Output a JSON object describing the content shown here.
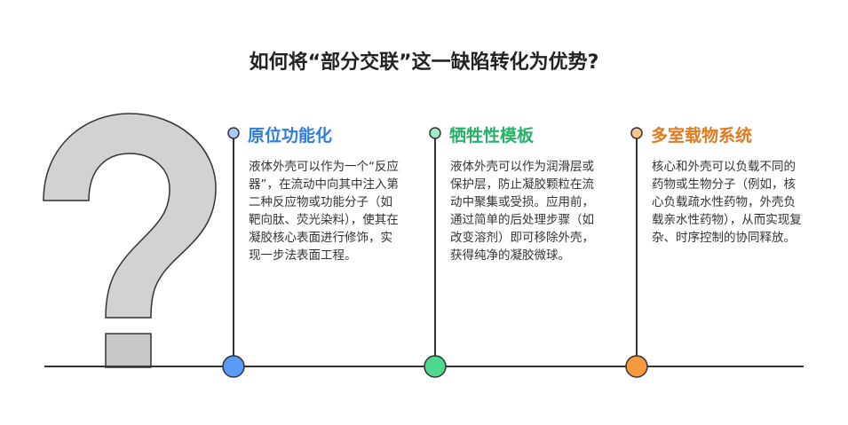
{
  "title": "如何将“部分交联”这一缺陷转化为优势?",
  "colors": {
    "line": "#333333",
    "qmark_fill": "#d2d2d2"
  },
  "items": [
    {
      "title": "原位功能化",
      "color": "#2f7de1",
      "dot": "#5b9bf8",
      "dot_light": "#a9c8f8",
      "body": "液体外壳可以作为一个“反应器”，在流动中向其中注入第二种反应物或功能分子（如靶向肽、荧光染料），使其在凝胶核心表面进行修饰，实现一步法表面工程。"
    },
    {
      "title": "牺牲性模板",
      "color": "#27b06a",
      "dot": "#4ed98f",
      "dot_light": "#9eeac2",
      "body": "液体外壳可以作为润滑层或保护层，防止凝胶颗粒在流动中聚集或受损。应用前，通过简单的后处理步骤（如改变溶剂）即可移除外壳，获得纯净的凝胶微球。"
    },
    {
      "title": "多室载物系统",
      "color": "#e07b1f",
      "dot": "#f6993f",
      "dot_light": "#fbc48a",
      "body": "核心和外壳可以负载不同的药物或生物分子（例如，核心负载疏水性药物，外壳负载亲水性药物），从而实现复杂、时序控制的协同释放。"
    }
  ]
}
